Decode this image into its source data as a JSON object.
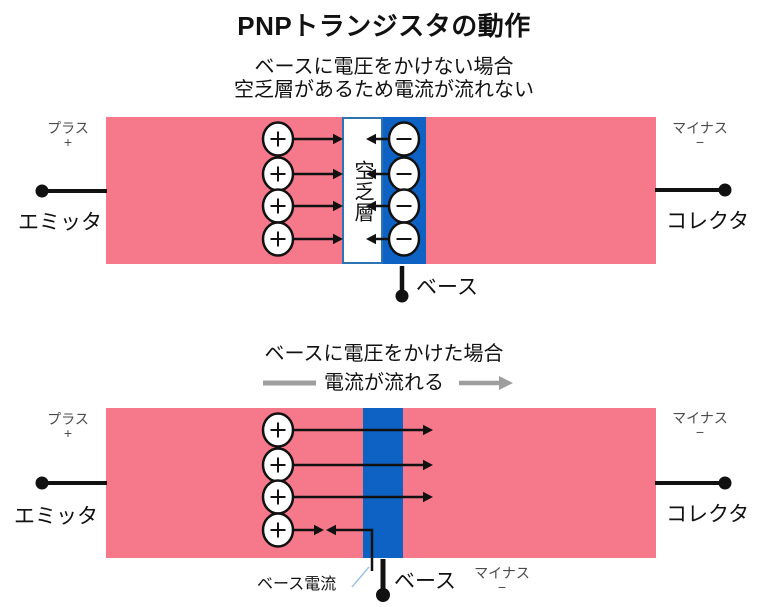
{
  "title": "PNPトランジスタの動作",
  "section1": {
    "caption1": "ベースに電圧をかけない場合",
    "caption2": "空乏層があるため電流が流れない",
    "plus_label": "プラス",
    "plus_sign": "+",
    "minus_label": "マイナス",
    "minus_sign": "−",
    "emitter": "エミッタ",
    "collector": "コレクタ",
    "base": "ベース",
    "depletion": "空乏層"
  },
  "section2": {
    "caption1": "ベースに電圧をかけた場合",
    "caption2": "電流が流れる",
    "plus_label": "プラス",
    "plus_sign": "+",
    "minus_label": "マイナス",
    "minus_sign": "−",
    "emitter": "エミッタ",
    "collector": "コレクタ",
    "base": "ベース",
    "base_current": "ベース電流",
    "base_minus_label": "マイナス",
    "base_minus_sign": "−"
  },
  "colors": {
    "p_region_pink": "#F5798A",
    "n_region_blue": "#0D62C4",
    "depletion_border_blue": "#2E74B5",
    "flow_arrow_gray": "#9E9E9E",
    "pointer_light_blue": "#9DC3E6"
  }
}
